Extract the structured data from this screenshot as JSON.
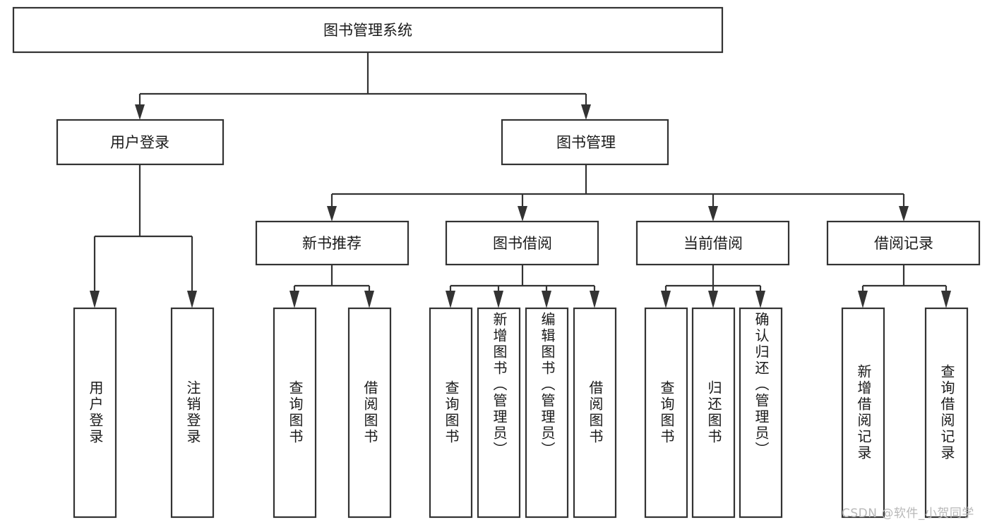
{
  "diagram": {
    "type": "tree",
    "title": "图书管理系统",
    "root": {
      "id": "root",
      "label": "图书管理系统"
    },
    "level1": [
      {
        "id": "user-login",
        "label": "用户登录"
      },
      {
        "id": "book-management",
        "label": "图书管理"
      }
    ],
    "level2": [
      {
        "id": "new-book-recommend",
        "label": "新书推荐",
        "parent": "book-management"
      },
      {
        "id": "book-borrow",
        "label": "图书借阅",
        "parent": "book-management"
      },
      {
        "id": "current-borrow",
        "label": "当前借阅",
        "parent": "book-management"
      },
      {
        "id": "borrow-record",
        "label": "借阅记录",
        "parent": "book-management"
      }
    ],
    "leaves": [
      {
        "id": "leaf-user-login",
        "label": "用户登录",
        "parent": "user-login"
      },
      {
        "id": "leaf-logout",
        "label": "注销登录",
        "parent": "user-login"
      },
      {
        "id": "leaf-query-book-1",
        "label": "查询图书",
        "parent": "new-book-recommend"
      },
      {
        "id": "leaf-borrow-book-1",
        "label": "借阅图书",
        "parent": "new-book-recommend"
      },
      {
        "id": "leaf-query-book-2",
        "label": "查询图书",
        "parent": "book-borrow"
      },
      {
        "id": "leaf-add-book",
        "label": "新增图书（管理员）",
        "parent": "book-borrow"
      },
      {
        "id": "leaf-edit-book",
        "label": "编辑图书（管理员）",
        "parent": "book-borrow"
      },
      {
        "id": "leaf-borrow-book-2",
        "label": "借阅图书",
        "parent": "book-borrow"
      },
      {
        "id": "leaf-query-book-3",
        "label": "查询图书",
        "parent": "current-borrow"
      },
      {
        "id": "leaf-return-book",
        "label": "归还图书",
        "parent": "current-borrow"
      },
      {
        "id": "leaf-confirm-return",
        "label": "确认归还（管理员）",
        "parent": "current-borrow"
      },
      {
        "id": "leaf-add-record",
        "label": "新增借阅记录",
        "parent": "borrow-record"
      },
      {
        "id": "leaf-query-record",
        "label": "查询借阅记录",
        "parent": "borrow-record"
      }
    ]
  },
  "watermark": {
    "text": "CSDN @软件_小贺同学"
  },
  "colors": {
    "stroke": "#333333",
    "box_fill": "#ffffff",
    "text": "#1a1a1a",
    "watermark": "#b8b8b8",
    "background": "#ffffff"
  }
}
